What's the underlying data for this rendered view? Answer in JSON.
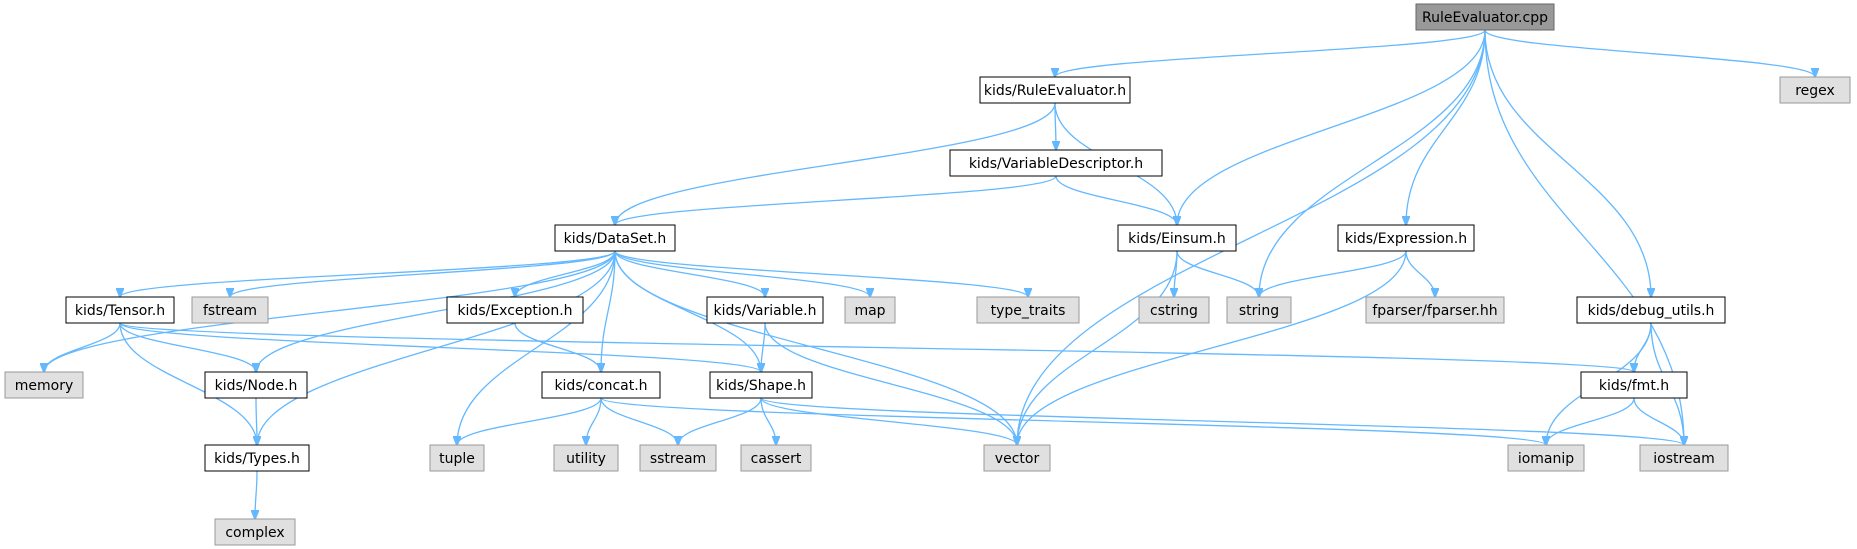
{
  "diagram": {
    "type": "include-dependency-graph",
    "colors": {
      "edge": "#63b8ff",
      "root_fill": "#999999",
      "header_fill": "#ffffff",
      "external_fill": "#e0e0e0",
      "root_border": "#666666",
      "header_border": "#000000",
      "external_border": "#999999"
    },
    "nodes": [
      {
        "id": "root",
        "label": "RuleEvaluator.cpp",
        "kind": "root"
      },
      {
        "id": "rule_h",
        "label": "kids/RuleEvaluator.h",
        "kind": "header"
      },
      {
        "id": "regex",
        "label": "regex",
        "kind": "external"
      },
      {
        "id": "vardesc",
        "label": "kids/VariableDescriptor.h",
        "kind": "header"
      },
      {
        "id": "dataset",
        "label": "kids/DataSet.h",
        "kind": "header"
      },
      {
        "id": "einsum",
        "label": "kids/Einsum.h",
        "kind": "header"
      },
      {
        "id": "expression",
        "label": "kids/Expression.h",
        "kind": "header"
      },
      {
        "id": "tensor",
        "label": "kids/Tensor.h",
        "kind": "header"
      },
      {
        "id": "fstream",
        "label": "fstream",
        "kind": "external"
      },
      {
        "id": "exception",
        "label": "kids/Exception.h",
        "kind": "header"
      },
      {
        "id": "variable",
        "label": "kids/Variable.h",
        "kind": "header"
      },
      {
        "id": "map",
        "label": "map",
        "kind": "external"
      },
      {
        "id": "type_traits",
        "label": "type_traits",
        "kind": "external"
      },
      {
        "id": "cstring",
        "label": "cstring",
        "kind": "external"
      },
      {
        "id": "string",
        "label": "string",
        "kind": "external"
      },
      {
        "id": "fparser",
        "label": "fparser/fparser.hh",
        "kind": "external"
      },
      {
        "id": "debug",
        "label": "kids/debug_utils.h",
        "kind": "header"
      },
      {
        "id": "memory",
        "label": "memory",
        "kind": "external"
      },
      {
        "id": "node",
        "label": "kids/Node.h",
        "kind": "header"
      },
      {
        "id": "concat",
        "label": "kids/concat.h",
        "kind": "header"
      },
      {
        "id": "shape",
        "label": "kids/Shape.h",
        "kind": "header"
      },
      {
        "id": "fmt",
        "label": "kids/fmt.h",
        "kind": "header"
      },
      {
        "id": "types",
        "label": "kids/Types.h",
        "kind": "header"
      },
      {
        "id": "tuple",
        "label": "tuple",
        "kind": "external"
      },
      {
        "id": "utility",
        "label": "utility",
        "kind": "external"
      },
      {
        "id": "sstream",
        "label": "sstream",
        "kind": "external"
      },
      {
        "id": "cassert",
        "label": "cassert",
        "kind": "external"
      },
      {
        "id": "vector",
        "label": "vector",
        "kind": "external"
      },
      {
        "id": "iomanip",
        "label": "iomanip",
        "kind": "external"
      },
      {
        "id": "iostream",
        "label": "iostream",
        "kind": "external"
      },
      {
        "id": "complex",
        "label": "complex",
        "kind": "external"
      }
    ],
    "edges": [
      [
        "root",
        "rule_h"
      ],
      [
        "root",
        "regex"
      ],
      [
        "root",
        "einsum"
      ],
      [
        "root",
        "string"
      ],
      [
        "root",
        "expression"
      ],
      [
        "root",
        "debug"
      ],
      [
        "root",
        "vector"
      ],
      [
        "root",
        "iostream"
      ],
      [
        "rule_h",
        "dataset"
      ],
      [
        "rule_h",
        "vardesc"
      ],
      [
        "rule_h",
        "einsum"
      ],
      [
        "vardesc",
        "dataset"
      ],
      [
        "vardesc",
        "einsum"
      ],
      [
        "dataset",
        "memory"
      ],
      [
        "dataset",
        "tensor"
      ],
      [
        "dataset",
        "fstream"
      ],
      [
        "dataset",
        "node"
      ],
      [
        "dataset",
        "types"
      ],
      [
        "dataset",
        "tuple"
      ],
      [
        "dataset",
        "exception"
      ],
      [
        "dataset",
        "concat"
      ],
      [
        "dataset",
        "shape"
      ],
      [
        "dataset",
        "variable"
      ],
      [
        "dataset",
        "map"
      ],
      [
        "dataset",
        "type_traits"
      ],
      [
        "dataset",
        "vector"
      ],
      [
        "einsum",
        "cstring"
      ],
      [
        "einsum",
        "string"
      ],
      [
        "einsum",
        "vector"
      ],
      [
        "expression",
        "string"
      ],
      [
        "expression",
        "fparser"
      ],
      [
        "expression",
        "vector"
      ],
      [
        "tensor",
        "memory"
      ],
      [
        "tensor",
        "node"
      ],
      [
        "tensor",
        "types"
      ],
      [
        "tensor",
        "shape"
      ],
      [
        "tensor",
        "fmt"
      ],
      [
        "exception",
        "concat"
      ],
      [
        "variable",
        "shape"
      ],
      [
        "variable",
        "vector"
      ],
      [
        "node",
        "types"
      ],
      [
        "concat",
        "tuple"
      ],
      [
        "concat",
        "utility"
      ],
      [
        "concat",
        "sstream"
      ],
      [
        "concat",
        "iomanip"
      ],
      [
        "shape",
        "sstream"
      ],
      [
        "shape",
        "cassert"
      ],
      [
        "shape",
        "vector"
      ],
      [
        "shape",
        "iostream"
      ],
      [
        "debug",
        "fmt"
      ],
      [
        "debug",
        "iomanip"
      ],
      [
        "debug",
        "iostream"
      ],
      [
        "fmt",
        "iomanip"
      ],
      [
        "fmt",
        "iostream"
      ],
      [
        "types",
        "complex"
      ]
    ]
  }
}
